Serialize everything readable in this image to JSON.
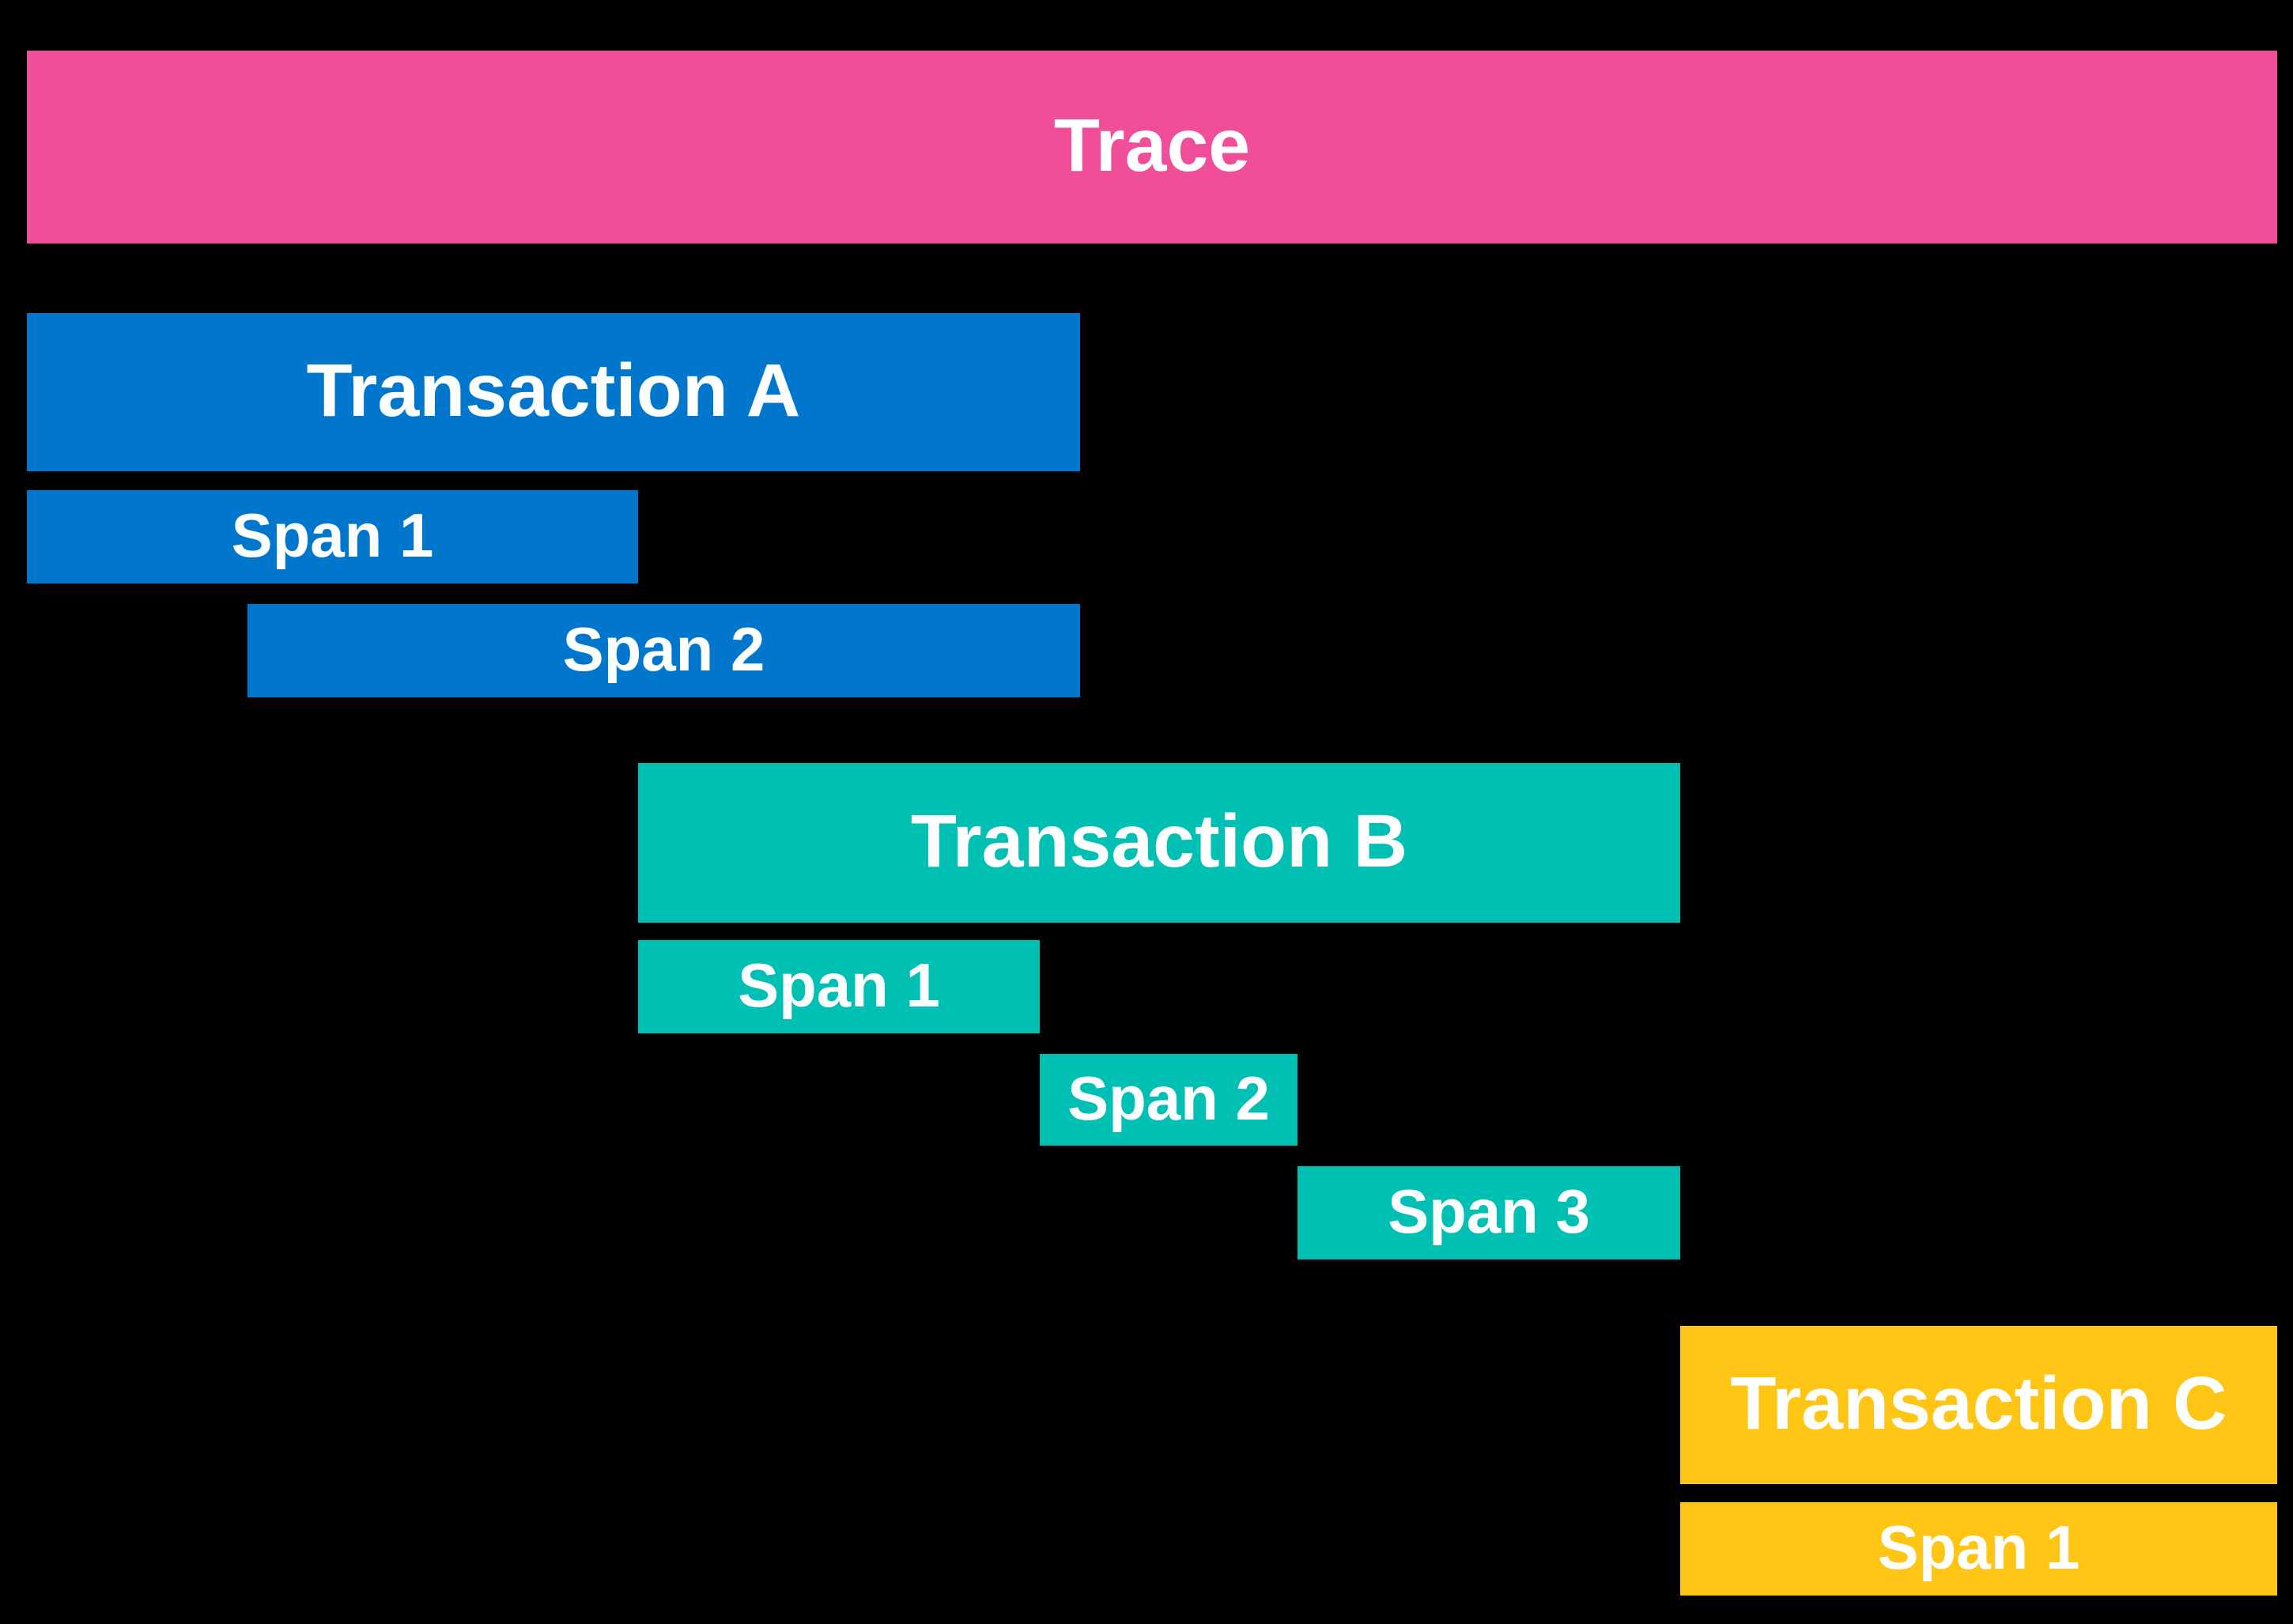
{
  "diagram": {
    "background_color": "#000000",
    "text_color": "#FFFFFF",
    "trace": {
      "label": "Trace",
      "color": "#F04E98"
    },
    "transactions": [
      {
        "label": "Transaction A",
        "color": "#0077CC",
        "spans": [
          {
            "label": "Span 1"
          },
          {
            "label": "Span 2"
          }
        ]
      },
      {
        "label": "Transaction B",
        "color": "#00BFB3",
        "spans": [
          {
            "label": "Span 1"
          },
          {
            "label": "Span 2"
          },
          {
            "label": "Span 3"
          }
        ]
      },
      {
        "label": "Transaction C",
        "color": "#FEC514",
        "spans": [
          {
            "label": "Span 1"
          }
        ]
      }
    ]
  }
}
